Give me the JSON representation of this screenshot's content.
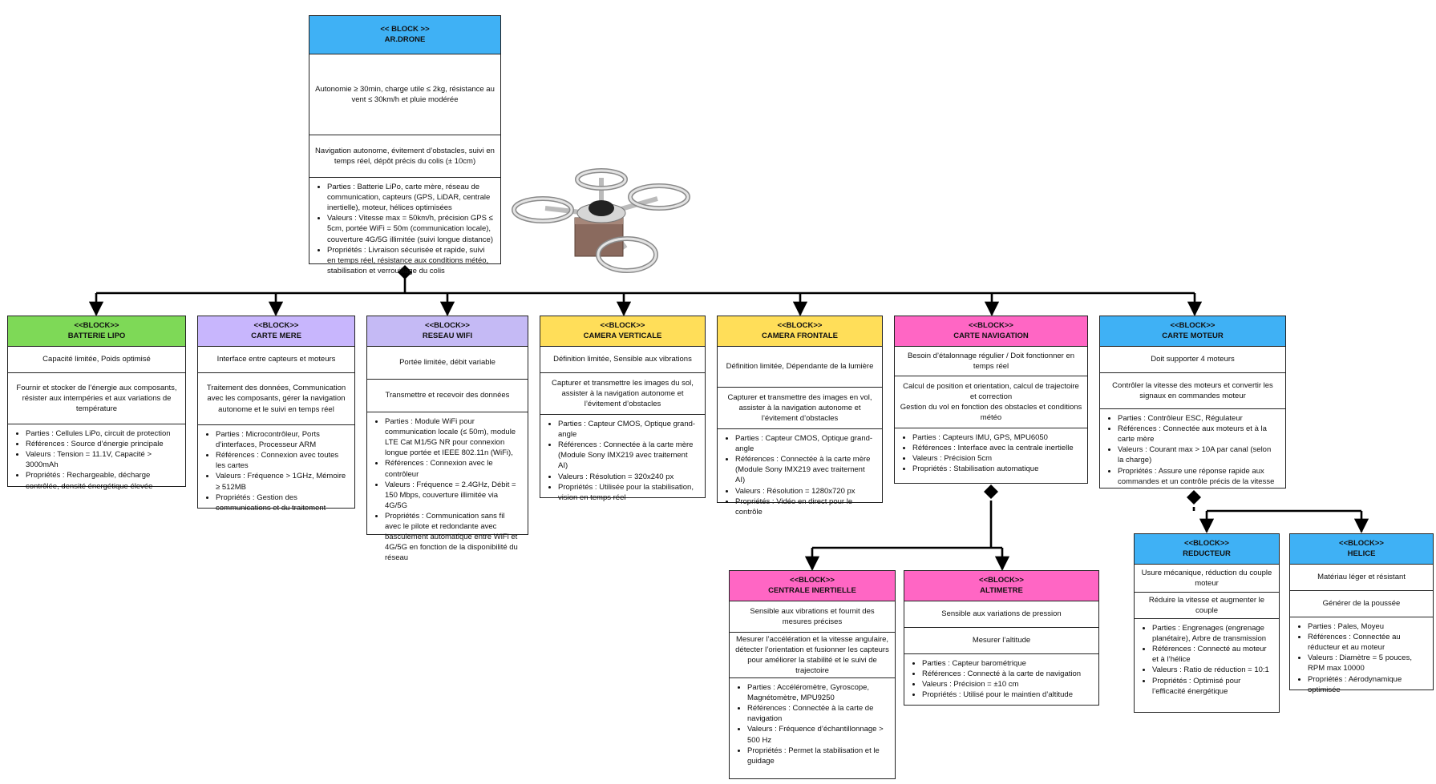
{
  "colors": {
    "blue": "#3fb1f5",
    "green": "#7ed957",
    "lavender": "#c8b6fd",
    "lilac": "#c5baf5",
    "yellow": "#ffde59",
    "pink": "#ff66c4",
    "line": "#000000"
  },
  "blocks": {
    "ardrone": {
      "stereotype": "<< BLOCK >>",
      "name": "AR.DRONE",
      "constraints": "Autonomie ≥ 30min, charge utile ≤ 2kg, résistance au vent ≤ 30km/h et pluie modérée",
      "operations": "Navigation autonome, évitement d’obstacles, suivi en temps réel, dépôt précis du colis (± 10cm)",
      "details": [
        "Parties : Batterie LiPo, carte mère, réseau de communication, capteurs (GPS, LiDAR, centrale inertielle), moteur, hélices optimisées",
        "Valeurs : Vitesse max = 50km/h, précision GPS ≤ 5cm, portée WiFi = 50m (communication locale), couverture 4G/5G illimitée (suivi longue distance)",
        "Propriétés : Livraison sécurisée et rapide, suivi en temps réel, résistance aux conditions météo, stabilisation et verrouillage du colis"
      ]
    },
    "batterie": {
      "stereotype": "<<BLOCK>>",
      "name": "BATTERIE LIPO",
      "constraints": "Capacité limitée, Poids optimisé",
      "operations": "Fournir et stocker de l’énergie aux composants, résister aux intempéries et aux variations de température",
      "details": [
        "Parties : Cellules LiPo, circuit de protection",
        "Références : Source d’énergie principale",
        "Valeurs : Tension = 11.1V, Capacité > 3000mAh",
        "Propriétés : Rechargeable, décharge contrôlée, densité énergétique élevée"
      ]
    },
    "carte_mere": {
      "stereotype": "<<BLOCK>>",
      "name": "CARTE MERE",
      "constraints": "Interface entre capteurs et moteurs",
      "operations": "Traitement des données, Communication avec les composants, gérer la navigation autonome et le suivi en temps réel",
      "details": [
        "Parties : Microcontrôleur, Ports d’interfaces, Processeur ARM",
        "Références : Connexion avec toutes les cartes",
        "Valeurs : Fréquence > 1GHz, Mémoire ≥ 512MB",
        "Propriétés : Gestion des communications et du traitement"
      ]
    },
    "reseau": {
      "stereotype": "<<BLOCK>>",
      "name": "RESEAU WIFI",
      "constraints": "Portée limitée, débit variable",
      "operations": "Transmettre et recevoir des données",
      "details": [
        "Parties : Module WiFi pour communication locale (≤ 50m), module LTE Cat M1/5G NR pour connexion longue portée et IEEE 802.11n (WiFi),",
        "Références : Connexion avec le contrôleur",
        "Valeurs : Fréquence = 2.4GHz, Débit = 150 Mbps, couverture illimitée via 4G/5G",
        "Propriétés : Communication sans fil avec le pilote et redondante avec basculement automatique entre WiFi et 4G/5G en fonction de la disponibilité du réseau"
      ]
    },
    "cam_vert": {
      "stereotype": "<<BLOCK>>",
      "name": "CAMERA VERTICALE",
      "constraints": "Définition limitée, Sensible aux vibrations",
      "operations": "Capturer et transmettre les images du sol, assister à la navigation autonome et l’évitement d’obstacles",
      "details": [
        "Parties : Capteur CMOS, Optique grand-angle",
        "Références : Connectée à la carte mère (Module Sony IMX219 avec traitement AI)",
        "Valeurs : Résolution = 320x240 px",
        "Propriétés : Utilisée pour la stabilisation, vision en temps réel"
      ]
    },
    "cam_front": {
      "stereotype": "<<BLOCK>>",
      "name": "CAMERA FRONTALE",
      "constraints": "Définition limitée, Dépendante de la lumière",
      "operations": "Capturer et transmettre des images en vol, assister à la navigation autonome et l’évitement d’obstacles",
      "details": [
        "Parties : Capteur CMOS, Optique grand-angle",
        "Références : Connectée à la carte mère (Module Sony IMX219 avec traitement AI)",
        "Valeurs : Résolution = 1280x720 px",
        "Propriétés : Vidéo en direct pour le contrôle"
      ]
    },
    "carte_nav": {
      "stereotype": "<<BLOCK>>",
      "name": "CARTE NAVIGATION",
      "constraints": "Besoin d’étalonnage régulier / Doit fonctionner en temps réel",
      "operations": "Calcul de position et orientation, calcul de trajectoire et correction",
      "operations_2": "Gestion du vol en fonction des obstacles et conditions météo",
      "details": [
        "Parties : Capteurs IMU, GPS, MPU6050",
        "Références : Interface avec la centrale inertielle",
        "Valeurs : Précision 5cm",
        "Propriétés : Stabilisation automatique"
      ]
    },
    "carte_moteur": {
      "stereotype": "<<BLOCK>>",
      "name": "CARTE MOTEUR",
      "constraints": "Doit supporter 4 moteurs",
      "operations": "Contrôler la vitesse des moteurs et convertir les signaux en commandes moteur",
      "details": [
        "Parties : Contrôleur ESC, Régulateur",
        "Références : Connectée aux moteurs et à la carte mère",
        "Valeurs : Courant max > 10A par canal (selon la charge)",
        "Propriétés : Assure une réponse rapide aux commandes et un contrôle précis de la vitesse"
      ]
    },
    "centrale": {
      "stereotype": "<<BLOCK>>",
      "name": "CENTRALE INERTIELLE",
      "constraints": "Sensible aux vibrations et fournit des mesures précises",
      "operations": "Mesurer l’accélération et la vitesse angulaire, détecter l’orientation et fusionner les capteurs pour améliorer la stabilité et le suivi de trajectoire",
      "details": [
        "Parties : Accéléromètre, Gyroscope, Magnétomètre, MPU9250",
        "Références :  Connectée à la carte de navigation",
        "Valeurs : Fréquence d’échantillonnage > 500 Hz",
        "Propriétés : Permet la stabilisation et le guidage"
      ]
    },
    "altimetre": {
      "stereotype": "<<BLOCK>>",
      "name": "ALTIMETRE",
      "constraints": "Sensible aux variations de pression",
      "operations": "Mesurer l’altitude",
      "details": [
        "Parties : Capteur barométrique",
        "Références : Connecté à la carte de navigation",
        "Valeurs : Précision = ±10 cm",
        "Propriétés : Utilisé pour le maintien d’altitude"
      ]
    },
    "reducteur": {
      "stereotype": "<<BLOCK>>",
      "name": "REDUCTEUR",
      "constraints": "Usure mécanique, réduction du couple moteur",
      "operations": "Réduire la vitesse et augmenter le couple",
      "details": [
        "Parties : Engrenages (engrenage planétaire), Arbre de transmission",
        "Références : Connecté au moteur et à l’hélice",
        "Valeurs : Ratio de réduction = 10:1",
        "Propriétés : Optimisé pour l’efficacité énergétique"
      ]
    },
    "helice": {
      "stereotype": "<<BLOCK>>",
      "name": "HELICE",
      "constraints": "Matériau léger et résistant",
      "operations": "Générer de la poussée",
      "details": [
        "Parties : Pales, Moyeu",
        "Références : Connectée au réducteur et au moteur",
        "Valeurs : Diamètre = 5 pouces, RPM max 10000",
        "Propriétés : Aérodynamique optimisée"
      ]
    }
  }
}
